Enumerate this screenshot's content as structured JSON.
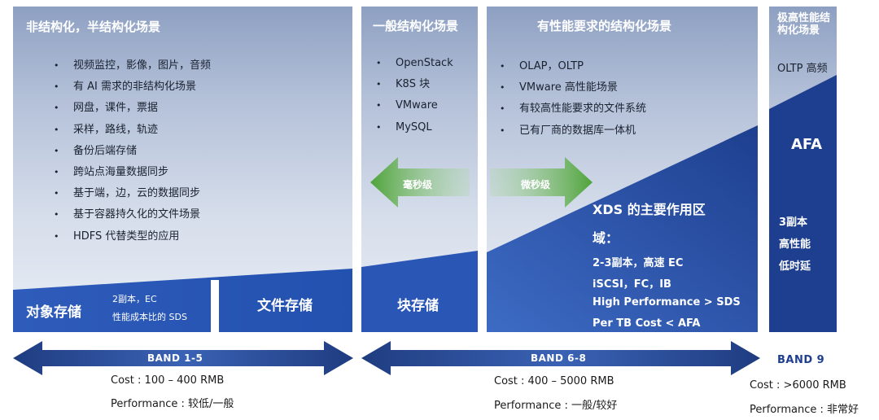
{
  "panels": {
    "unstructured": {
      "title": "非结构化，半结构化场景",
      "items": [
        "视频监控，影像，图片，音频",
        "有 AI 需求的非结构化场景",
        "网盘，课件，票据",
        "采样，路线，轨迹",
        "备份后端存储",
        "跨站点海量数据同步",
        "基于端，边，云的数据同步",
        "基于容器持久化的文件场景",
        "HDFS 代替类型的应用"
      ],
      "object_storage": "对象存储",
      "object_note_line1": "2副本，EC",
      "object_note_line2": "性能成本比的 SDS",
      "file_storage": "文件存储"
    },
    "general": {
      "title": "一般结构化场景",
      "items": [
        "OpenStack",
        "K8S 块",
        "VMware",
        "MySQL"
      ],
      "block_storage": "块存储"
    },
    "performance": {
      "title": "有性能要求的结构化场景",
      "items": [
        "OLAP，OLTP",
        "VMware 高性能场景",
        "有较高性能要求的文件系统",
        "已有厂商的数据库一体机"
      ],
      "xds_title_line1": "XDS 的主要作用区",
      "xds_title_line2": "域：",
      "xds_points": [
        "2-3副本，高速 EC",
        "iSCSI，FC，IB",
        "High Performance > SDS",
        "Per TB Cost < AFA"
      ]
    },
    "extreme": {
      "title": "极高性能结构化场景",
      "subtitle": "OLTP 高频",
      "afa": "AFA",
      "points": [
        "3副本",
        "高性能",
        "低时延"
      ]
    }
  },
  "arrows": {
    "millisecond": "毫秒级",
    "microsecond": "微秒级"
  },
  "bands": [
    {
      "label": "BAND 1-5",
      "cost": "Cost : 100 – 400 RMB",
      "performance": "Performance : 较低/一般"
    },
    {
      "label": "BAND 6-8",
      "cost": "Cost : 400 – 5000 RMB",
      "performance": "Performance : 一般/较好"
    },
    {
      "label": "BAND 9",
      "cost": "Cost : >6000 RMB",
      "performance": "Performance : 非常好"
    }
  ],
  "colors": {
    "dark_blue": "#1e3f8f",
    "mid_blue": "#2b58b8",
    "green": "#5cae3f",
    "panel_top": "#8ea0c2"
  }
}
